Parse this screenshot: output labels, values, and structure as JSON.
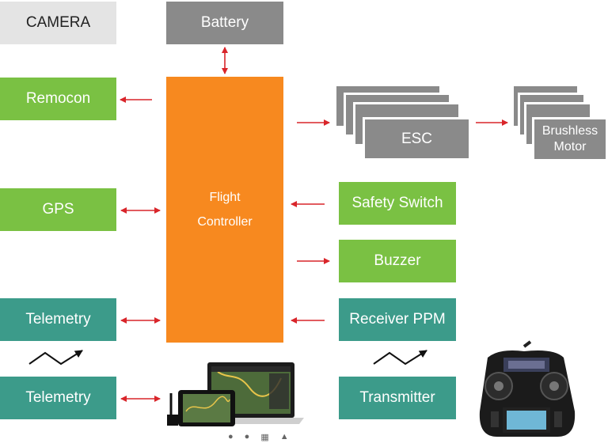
{
  "nodes": {
    "camera": "CAMERA",
    "battery": "Battery",
    "remocon": "Remocon",
    "gps": "GPS",
    "telemetry_air": "Telemetry",
    "telemetry_ground": "Telemetry",
    "flight_controller": [
      "Flight",
      "Controller"
    ],
    "esc": "ESC",
    "motor": [
      "Brushless",
      "Motor"
    ],
    "safety_switch": "Safety Switch",
    "buzzer": "Buzzer",
    "receiver": "Receiver PPM",
    "transmitter": "Transmitter"
  },
  "colors": {
    "green": "#7ac143",
    "teal": "#3c9b8a",
    "orange": "#f7891f",
    "grey": "#8a8a8a",
    "arrow": "#d9252a"
  },
  "icons": [
    "android-icon",
    "apple-icon",
    "windows-icon",
    "linux-icon"
  ]
}
